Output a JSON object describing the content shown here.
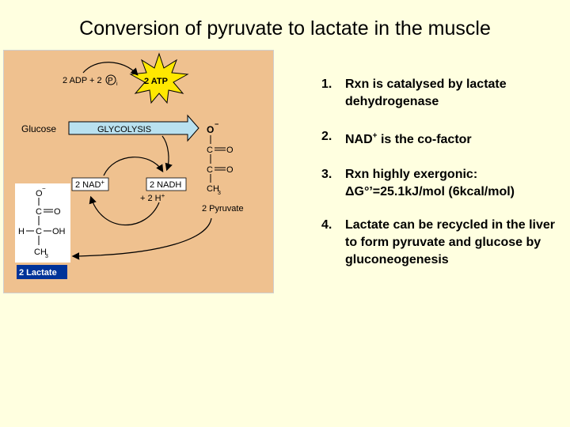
{
  "title": "Conversion of pyruvate to lactate in the muscle",
  "diagram": {
    "glucose": "Glucose",
    "glycolysis": "GLYCOLYSIS",
    "adp_pi_prefix": "2 ADP + 2 ",
    "pi_symbol": "P",
    "pi_sub": "i",
    "atp": "2 ATP",
    "nad_plus": "2 NAD",
    "nad_plus_sup": "+",
    "nadh": "2 NADH",
    "h_plus": "+ 2 H",
    "h_plus_sup": "+",
    "pyruvate_label": "2 Pyruvate",
    "lactate_label": "2 Lactate",
    "pyruvate": {
      "o_minus": "O",
      "o_minus_sup": "−",
      "c1": "C",
      "o1": "O",
      "c2": "C",
      "o2": "O",
      "ch3": "CH",
      "ch3_sub": "3"
    },
    "lactate": {
      "o_minus": "O",
      "o_minus_sup": "−",
      "c1": "C",
      "o1": "O",
      "h": "H",
      "c2": "C",
      "oh": "OH",
      "ch3": "CH",
      "ch3_sub": "3"
    },
    "colors": {
      "figure_bg": "#efc18f",
      "glycolysis_arrow": "#b9e1ef",
      "atp_star": "#ffe800",
      "label_box": "#ffffff",
      "lactate_label_bg": "#003399"
    }
  },
  "points": [
    {
      "num": "1.",
      "text": "Rxn is catalysed by lactate dehydrogenase"
    },
    {
      "num": "2.",
      "text_pre": "NAD",
      "sup": "+",
      "text_post": " is the co-factor"
    },
    {
      "num": "3.",
      "line1": "Rxn highly exergonic:",
      "line2": "ΔG°’=25.1kJ/mol (6kcal/mol)"
    },
    {
      "num": "4.",
      "text": "Lactate can be recycled in the liver to form pyruvate and glucose by gluconeogenesis"
    }
  ]
}
